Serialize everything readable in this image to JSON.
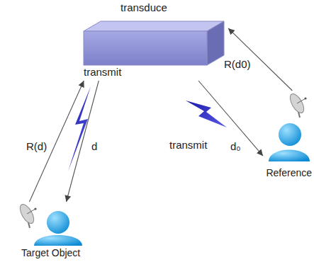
{
  "diagram": {
    "nodes": [
      {
        "text": [
          "transduce",
          "transmit"
        ]
      },
      {
        "text": [
          "Target Object"
        ]
      },
      {
        "text": [
          "Reference"
        ]
      }
    ],
    "edges": [
      {
        "from": 1,
        "to": 0,
        "arrow": "to",
        "label": "R(d)"
      },
      {
        "from": 0,
        "to": 1,
        "arrow": "to",
        "label": "d"
      },
      {
        "from": 2,
        "to": 0,
        "arrow": "to",
        "label": "R(d0)"
      },
      {
        "from": 0,
        "to": 2,
        "arrow": "to",
        "label": "d₀"
      }
    ],
    "labels": [
      "transmit"
    ]
  }
}
